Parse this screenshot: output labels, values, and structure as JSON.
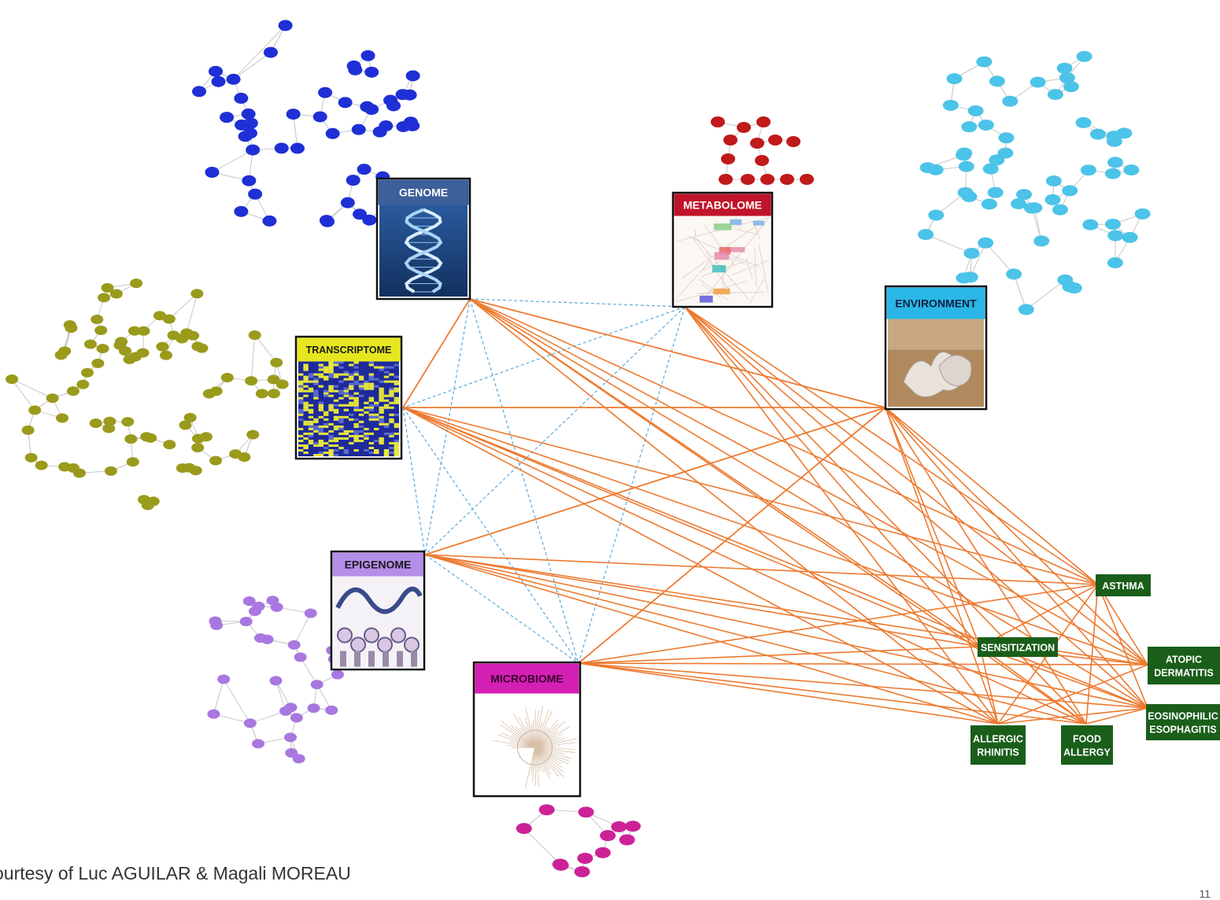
{
  "colors": {
    "genome_nodes": "#1f2fd6",
    "metabolome_nodes": "#c01a1a",
    "environment_nodes": "#4cc3e8",
    "transcriptome_nodes": "#9a9a1c",
    "epigenome_nodes": "#a877e0",
    "microbiome_nodes": "#cc2297",
    "solid_link": "#ee7a30",
    "dashed_link": "#5aa9dd",
    "node_edge": "#c8c8c8",
    "disease_box": "#1a5e1a"
  },
  "omics": {
    "genome": {
      "label": "GENOME",
      "header_color": "#3d5f9a",
      "text_color": "#ffffff",
      "icon": "dna-helix-icon"
    },
    "metabolome": {
      "label": "METABOLOME",
      "header_color": "#c0142a",
      "text_color": "#ffffff",
      "icon": "pathway-map-icon"
    },
    "environment": {
      "label": "ENVIRONMENT",
      "header_color": "#2ab7e8",
      "text_color": "#102040",
      "icon": "dust-particle-photo-icon"
    },
    "transcriptome": {
      "label": "TRANSCRIPTOME",
      "header_color": "#e6e620",
      "text_color": "#1a1a1a",
      "icon": "heatmap-icon"
    },
    "epigenome": {
      "label": "EPIGENOME",
      "header_color": "#b48ee8",
      "text_color": "#1a1a1a",
      "icon": "chromatin-icon"
    },
    "microbiome": {
      "label": "MICROBIOME",
      "header_color": "#d41fb4",
      "text_color": "#3a0030",
      "icon": "phylogenetic-tree-icon"
    }
  },
  "diseases": {
    "asthma": {
      "lines": [
        "ASTHMA"
      ]
    },
    "sensitization": {
      "lines": [
        "SENSITIZATION"
      ]
    },
    "atopic_dermatitis": {
      "lines": [
        "ATOPIC",
        "DERMATITIS"
      ]
    },
    "eosinophilic_esophagitis": {
      "lines": [
        "EOSINOPHILIC",
        "ESOPHAGITIS"
      ]
    },
    "allergic_rhinitis": {
      "lines": [
        "ALLERGIC",
        "RHINITIS"
      ]
    },
    "food_allergy": {
      "lines": [
        "FOOD",
        "ALLERGY"
      ]
    }
  },
  "credit": "ourtesy of Luc AGUILAR & Magali MOREAU",
  "page_number": "11"
}
